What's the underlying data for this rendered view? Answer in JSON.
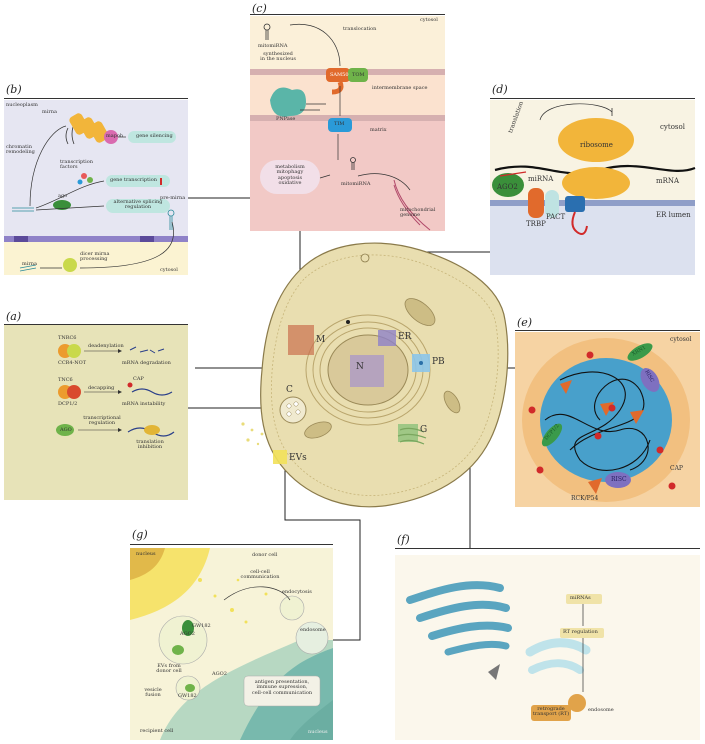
{
  "panels": {
    "a": {
      "label": "(a)",
      "tnrc6": "TNRC6",
      "ccr4not": "CCR4-NOT",
      "deadenylation": "deadenylation",
      "mrna_degradation": "mRNA degradation",
      "tnc6": "TNC6",
      "dcp12": "DCP1/2",
      "decapping": "decapping",
      "cap": "CAP",
      "mrna_instability": "mRNA instability",
      "ago": "AGO",
      "transcriptional_regulation": "transcriptional\nregulation",
      "translation_inhibition": "translation\ninhibition"
    },
    "b": {
      "label": "(b)",
      "nucleoplasm": "nucleoplasm",
      "mirna": "mirna",
      "chromatin_remodeling": "chromatin\nremodeling",
      "mapoh": "mapoh",
      "gene_silencing": "gene silencing",
      "transcription_factors": "transcription\nfactors",
      "gene_transcription": "gene transcription",
      "ago": "ago",
      "alternative_splicing": "alternative splicing\nregulation",
      "pre_mirna": "pre-mirna",
      "dicer": "dicer mirna\nprocessing",
      "mirna2": "mirna",
      "cytosol": "cytosol"
    },
    "c": {
      "label": "(c)",
      "cytosol": "cytosol",
      "translocation": "translocation",
      "mitomirna": "mitomiRNA",
      "synthesized": "synthesized\nin the nucleus",
      "sam50": "SAM50",
      "tom": "TOM",
      "intermembrane": "intermembrane space",
      "pnpase": "PNPase",
      "tim": "TIM",
      "matrix": "matrix",
      "metabolism": "metabolism\nmitophagy\napoptosis\noxidative",
      "mitomirna2": "mitomiRNA",
      "mito_genome": "mitochondrial\ngenome"
    },
    "d": {
      "label": "(d)",
      "cytosol": "cytosol",
      "translation": "translation",
      "ribosome": "ribosome",
      "mirna": "miRNA",
      "mrna": "mRNA",
      "ago2": "AGO2",
      "trbp": "TRBP",
      "pact": "PACT",
      "er_lumen": "ER lumen"
    },
    "e": {
      "label": "(e)",
      "cytosol": "cytosol",
      "xrn1": "XRN1",
      "risc1": "RISC",
      "dcp12": "DCP1/2",
      "cap": "CAP",
      "risc2": "RISC",
      "rck": "RCK/P54"
    },
    "f": {
      "label": "(f)",
      "mirnas": "miRNAs",
      "rt_regulation": "RT regulation",
      "retrograde": "retrograde\ntransport (RT)",
      "endosome": "endosome"
    },
    "g": {
      "label": "(g)",
      "nucleus": "nucleus",
      "donor_cell": "donor cell",
      "communication": "cell-cell\ncommunication",
      "endocytosis": "endocytosis",
      "endosome": "endosome",
      "ago2a": "AGO2",
      "gw182a": "GW182",
      "evs_from": "EVs from\ndonor cell",
      "antigen": "antigen presentation,\nimmune supression,\ncell-cell communication",
      "ago2b": "AGO2",
      "gw182b": "GW182",
      "vesicle_fusion": "vesicle\nfusion",
      "recipient": "recipient cell",
      "nucleus2": "nucleus"
    },
    "cell": {
      "m": "M",
      "er": "ER",
      "pb": "PB",
      "n": "N",
      "c": "C",
      "g": "G",
      "evs": "EVs"
    }
  },
  "colors": {
    "panel_a_bg": "#e7e3b8",
    "panel_b_bg": "#e6e6f2",
    "panel_c_cytosol": "#fbf0d9",
    "panel_c_matrix": "#f2c9c6",
    "panel_d_bg": "#f8f3e3",
    "panel_d_lumen": "#dce1ef",
    "panel_e_outer": "#f6d3a3",
    "panel_e_inner": "#2a9ad8",
    "panel_f_bg": "#fbf7ec",
    "panel_g_bg": "#f7f3d8",
    "cell_fill": "#e9deb0"
  }
}
